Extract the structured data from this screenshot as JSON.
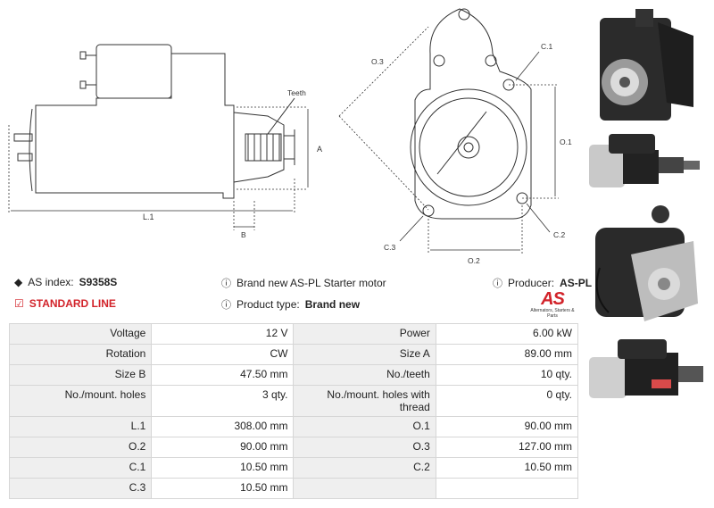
{
  "drawing": {
    "label_teeth": "Teeth",
    "label_a": "A",
    "label_b": "B",
    "label_l1": "L.1",
    "label_o3": "O.3",
    "label_c1": "C.1",
    "label_o1": "O.1",
    "label_c2": "C.2",
    "label_c3": "C.3",
    "label_o2": "O.2"
  },
  "info": {
    "as_index_label": "AS index:",
    "as_index_value": "S9358S",
    "standard_line": "STANDARD LINE",
    "description": "Brand new AS-PL Starter motor",
    "product_type_label": "Product type:",
    "product_type_value": "Brand new",
    "producer_label": "Producer:",
    "producer_value": "AS-PL"
  },
  "logo": {
    "mark": "AS",
    "tagline": "Alternators, Starters & Parts"
  },
  "specs": [
    {
      "l1": "Voltage",
      "v1": "12 V",
      "l2": "Power",
      "v2": "6.00 kW"
    },
    {
      "l1": "Rotation",
      "v1": "CW",
      "l2": "Size A",
      "v2": "89.00 mm"
    },
    {
      "l1": "Size B",
      "v1": "47.50 mm",
      "l2": "No./teeth",
      "v2": "10 qty."
    },
    {
      "l1": "No./mount. holes",
      "v1": "3 qty.",
      "l2": "No./mount. holes with thread",
      "v2": "0 qty."
    },
    {
      "l1": "L.1",
      "v1": "308.00 mm",
      "l2": "O.1",
      "v2": "90.00 mm"
    },
    {
      "l1": "O.2",
      "v1": "90.00 mm",
      "l2": "O.3",
      "v2": "127.00 mm"
    },
    {
      "l1": "C.1",
      "v1": "10.50 mm",
      "l2": "C.2",
      "v2": "10.50 mm"
    },
    {
      "l1": "C.3",
      "v1": "10.50 mm",
      "l2": "",
      "v2": ""
    }
  ]
}
